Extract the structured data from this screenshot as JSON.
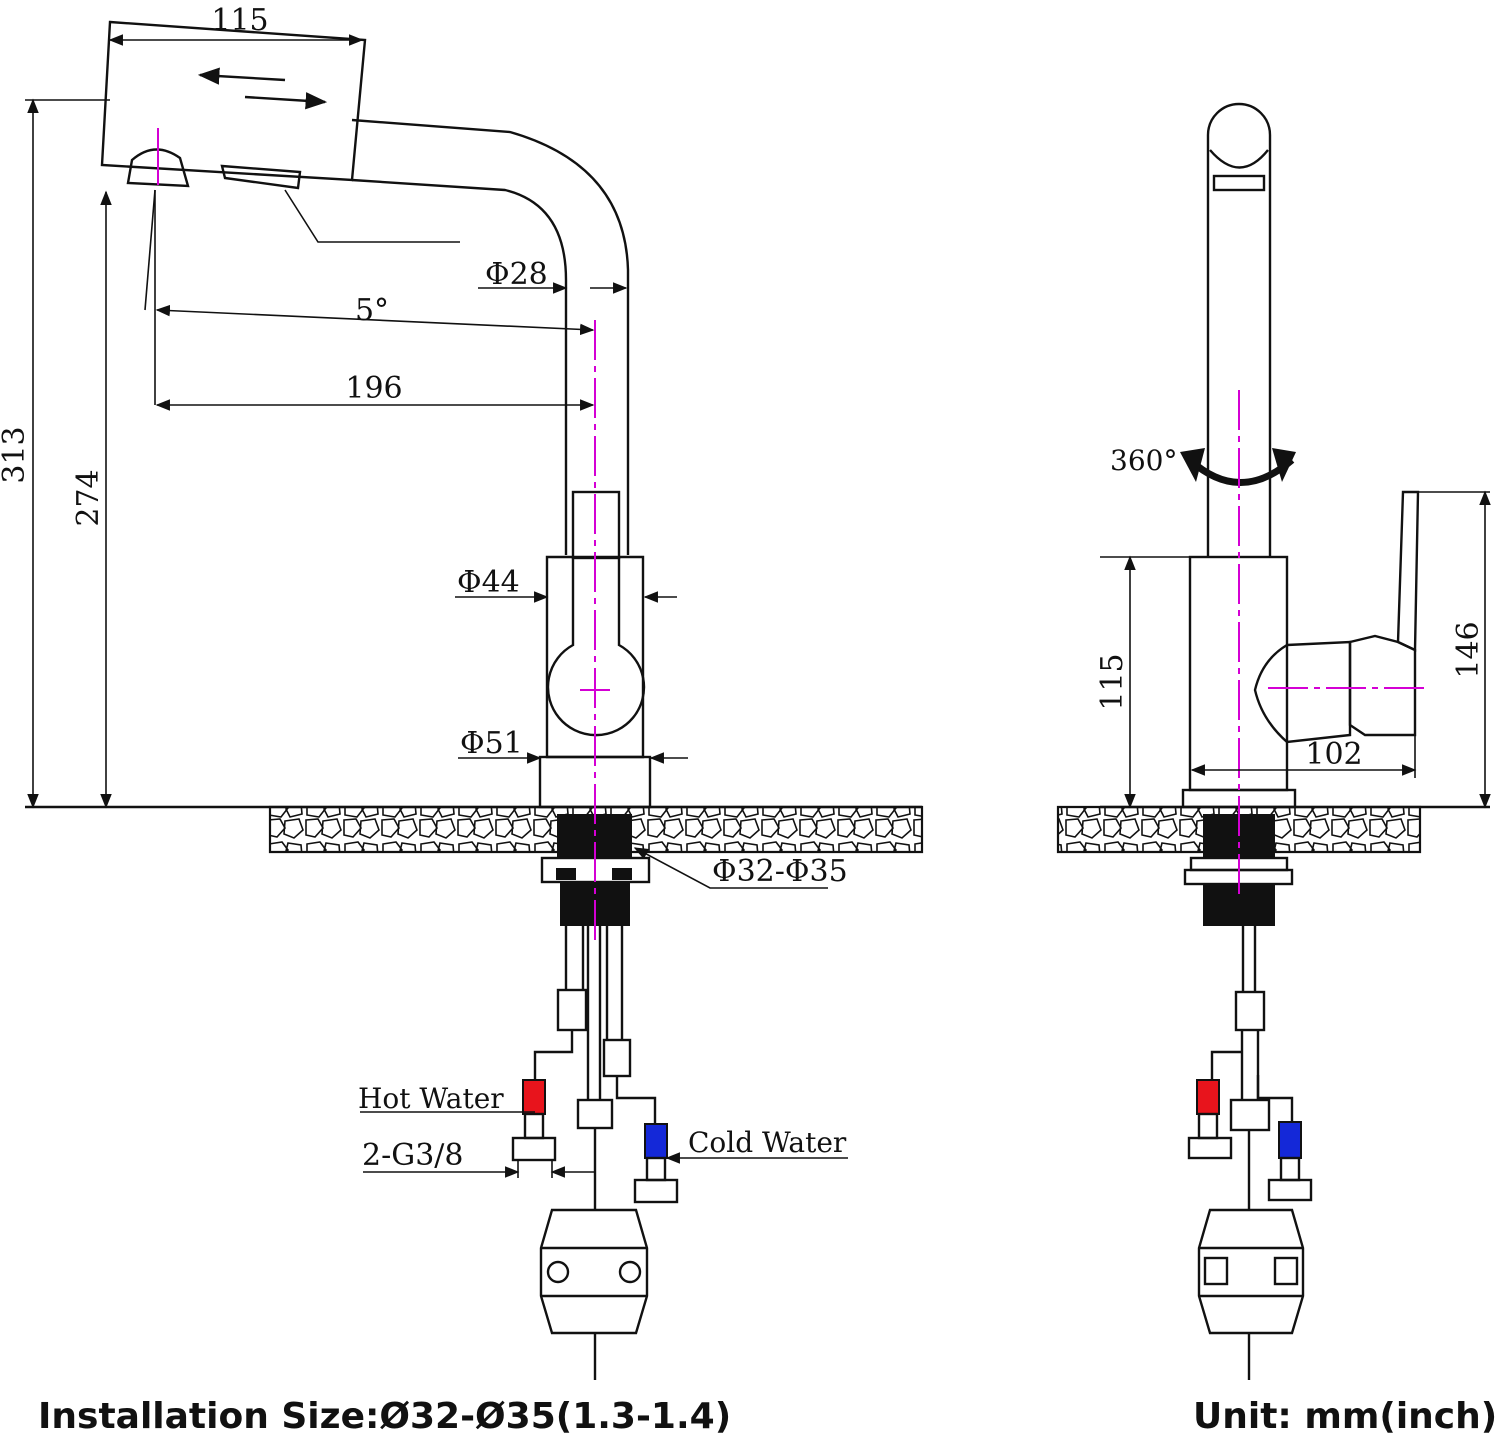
{
  "dimensions": {
    "spout_length": "115",
    "total_height": "313",
    "outlet_height": "274",
    "reach": "196",
    "angle": "5°",
    "spout_diameter": "Φ28",
    "body_diameter": "Φ44",
    "base_diameter": "Φ51",
    "hole_size": "Φ32-Φ35",
    "rotation": "360°",
    "body_height": "115",
    "handle_height": "146",
    "handle_depth": "102",
    "thread": "2-G3/8"
  },
  "labels": {
    "hot_water": "Hot Water",
    "cold_water": "Cold Water"
  },
  "footer": {
    "installation_size": "Installation Size:Ø32-Ø35(1.3-1.4)",
    "unit": "Unit:  mm(inch)"
  },
  "colors": {
    "hot": "#e8141c",
    "cold": "#1428d8",
    "axis": "#d400d4"
  }
}
